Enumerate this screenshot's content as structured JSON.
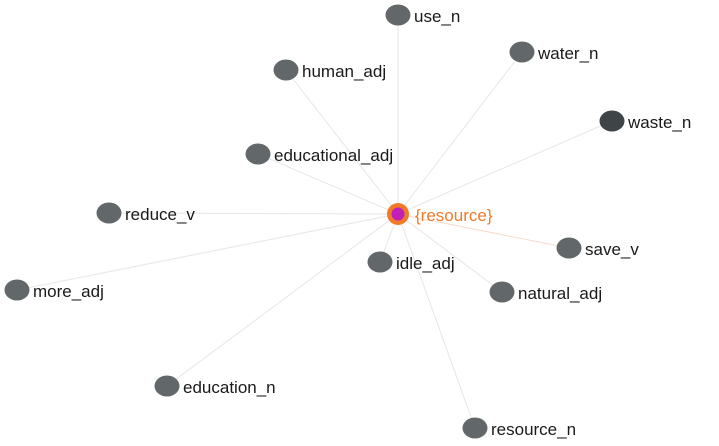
{
  "graph": {
    "center": {
      "label": "{resource}",
      "fill_color": "#c020b8",
      "ring_color": "#f07a28",
      "label_color": "#f07a28"
    },
    "edge_color": "#e6e6e6",
    "node_color": "#626869",
    "nodes": [
      {
        "id": "use_n",
        "label": "use_n"
      },
      {
        "id": "water_n",
        "label": "water_n"
      },
      {
        "id": "human_adj",
        "label": "human_adj"
      },
      {
        "id": "waste_n",
        "label": "waste_n"
      },
      {
        "id": "educational_adj",
        "label": "educational_adj"
      },
      {
        "id": "reduce_v",
        "label": "reduce_v"
      },
      {
        "id": "save_v",
        "label": "save_v"
      },
      {
        "id": "idle_adj",
        "label": "idle_adj"
      },
      {
        "id": "more_adj",
        "label": "more_adj"
      },
      {
        "id": "natural_adj",
        "label": "natural_adj"
      },
      {
        "id": "education_n",
        "label": "education_n"
      },
      {
        "id": "resource_n",
        "label": "resource_n"
      }
    ]
  }
}
